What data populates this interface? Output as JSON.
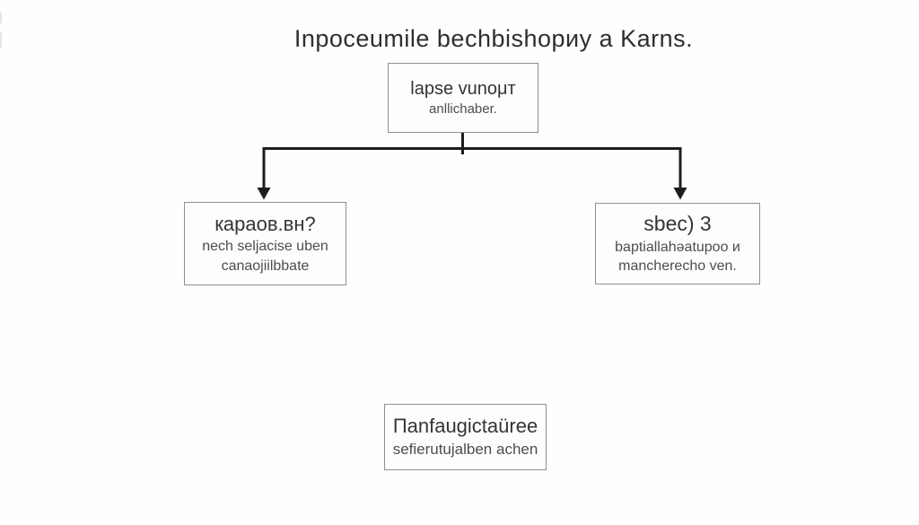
{
  "diagram": {
    "title": "Inpoceumile bechbishopиy a Karns.",
    "nodes": {
      "root": {
        "line1": "lapse vunoμт",
        "line2": "anllichaber."
      },
      "left": {
        "line1": "кapaoв.вн?",
        "line2": "nech seljacise uben",
        "line3": "canaojiilbbate"
      },
      "right": {
        "line1": "sbec) 3",
        "line2": "baptiallahəatupoo и",
        "line3": "mancherecho ven."
      },
      "bottom": {
        "line1": "Пanfaugictaüree",
        "line2": "sefierutujalben achen"
      }
    },
    "colors": {
      "connector_line": "#1d1d1d",
      "box_border": "#8f8f8f",
      "text_primary": "#353535",
      "text_secondary": "#4d4d4d",
      "background": "#fefefe"
    },
    "connectors": [
      {
        "from": "root",
        "to": "left",
        "style": "elbow-arrow"
      },
      {
        "from": "root",
        "to": "right",
        "style": "elbow-arrow"
      }
    ]
  }
}
